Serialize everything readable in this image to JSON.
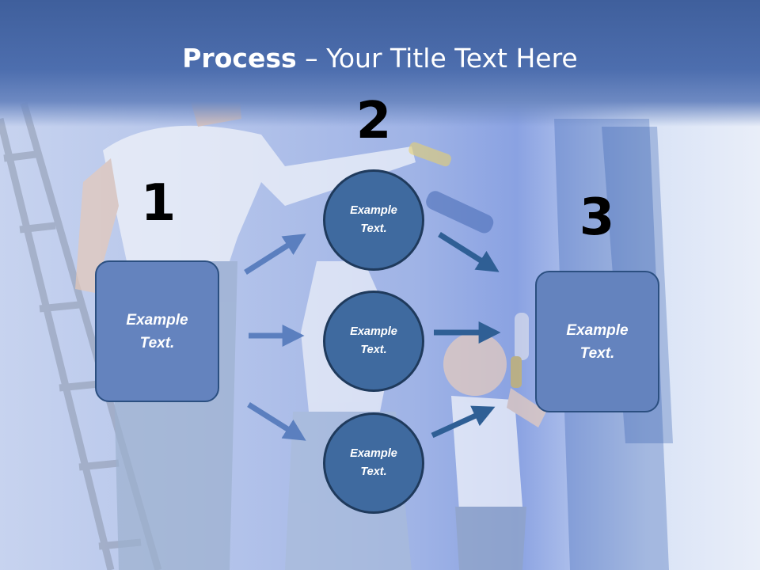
{
  "title": {
    "bold": "Process",
    "rest": " – Your Title Text Here"
  },
  "steps": [
    {
      "number": "1",
      "label": "Example\nText."
    },
    {
      "number": "2",
      "items": [
        {
          "label": "Example\nText."
        },
        {
          "label": "Example\nText."
        },
        {
          "label": "Example\nText."
        }
      ]
    },
    {
      "number": "3",
      "label": "Example\nText."
    }
  ],
  "colors": {
    "box_fill": "#6483be",
    "circle_fill": "#3f6a9f",
    "arrow_light": "#5b7fbf",
    "arrow_dark": "#2f5f95",
    "title_band": "#4d6eae"
  }
}
